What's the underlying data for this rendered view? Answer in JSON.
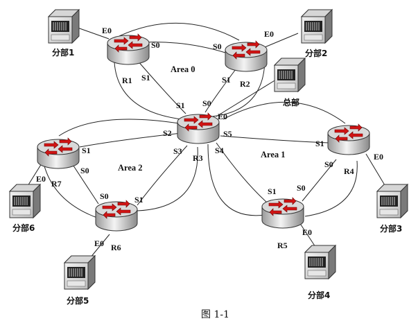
{
  "routers": [
    {
      "id": "R1",
      "label": "R1"
    },
    {
      "id": "R2",
      "label": "R2"
    },
    {
      "id": "R3",
      "label": "R3"
    },
    {
      "id": "R4",
      "label": "R4"
    },
    {
      "id": "R5",
      "label": "R5"
    },
    {
      "id": "R6",
      "label": "R6"
    },
    {
      "id": "R7",
      "label": "R7"
    }
  ],
  "areas": [
    {
      "id": "area0",
      "label": "Area 0"
    },
    {
      "id": "area1",
      "label": "Area 1"
    },
    {
      "id": "area2",
      "label": "Area 2"
    }
  ],
  "sites": [
    {
      "id": "branch1",
      "label": "分部1"
    },
    {
      "id": "branch2",
      "label": "分部2"
    },
    {
      "id": "hq",
      "label": "总部"
    },
    {
      "id": "branch3",
      "label": "分部3"
    },
    {
      "id": "branch4",
      "label": "分部4"
    },
    {
      "id": "branch5",
      "label": "分部5"
    },
    {
      "id": "branch6",
      "label": "分部6"
    }
  ],
  "interfaces": [
    {
      "id": "r1-e0",
      "label": "E0"
    },
    {
      "id": "r1-s0",
      "label": "S0"
    },
    {
      "id": "r1-s1",
      "label": "S1"
    },
    {
      "id": "r2-e0",
      "label": "E0"
    },
    {
      "id": "r2-s0",
      "label": "S0"
    },
    {
      "id": "r2-s1",
      "label": "S1"
    },
    {
      "id": "r3-s1",
      "label": "S1"
    },
    {
      "id": "r3-s0",
      "label": "S0"
    },
    {
      "id": "r3-e0",
      "label": "E0"
    },
    {
      "id": "r3-s2",
      "label": "S2"
    },
    {
      "id": "r3-s5",
      "label": "S5"
    },
    {
      "id": "r3-s3",
      "label": "S3"
    },
    {
      "id": "r3-s4",
      "label": "S4"
    },
    {
      "id": "r4-s1",
      "label": "S1"
    },
    {
      "id": "r4-s0",
      "label": "S0"
    },
    {
      "id": "r4-e0",
      "label": "E0"
    },
    {
      "id": "r5-s1",
      "label": "S1"
    },
    {
      "id": "r5-s0",
      "label": "S0"
    },
    {
      "id": "r5-e0",
      "label": "E0"
    },
    {
      "id": "r6-s0",
      "label": "S0"
    },
    {
      "id": "r6-s1",
      "label": "S1"
    },
    {
      "id": "r6-e0",
      "label": "E0"
    },
    {
      "id": "r7-s1",
      "label": "S1"
    },
    {
      "id": "r7-s0",
      "label": "S0"
    },
    {
      "id": "r7-e0",
      "label": "E0"
    }
  ],
  "caption": "图 1-1"
}
